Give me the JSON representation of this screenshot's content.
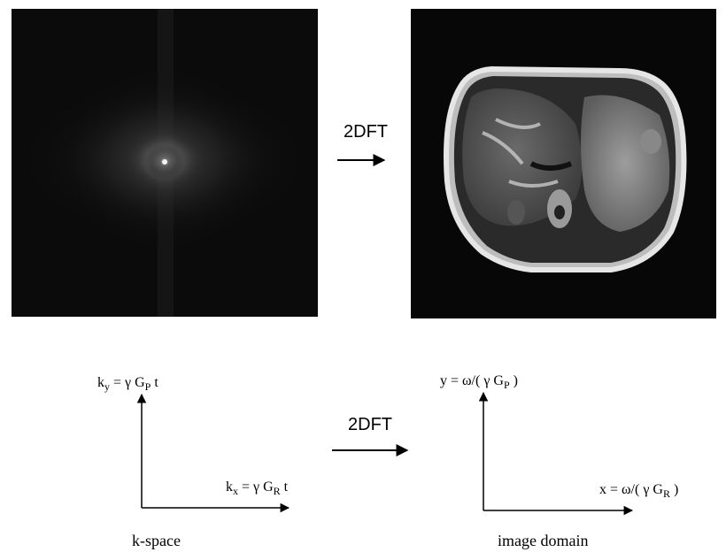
{
  "top_row": {
    "arrow_label": "2DFT",
    "kspace_image": "k-space-magnitude-image",
    "mri_image": "axial-abdomen-mri-image"
  },
  "bottom_row": {
    "arrow_label": "2DFT",
    "kspace": {
      "caption": "k-space",
      "y_axis": {
        "lhs": "k",
        "lhs_sub": "y",
        "mid": " = γ G",
        "mid_sub": "P",
        "tail": " t"
      },
      "x_axis": {
        "lhs": "k",
        "lhs_sub": "x",
        "mid": " = γ G",
        "mid_sub": "R",
        "tail": " t"
      }
    },
    "image_domain": {
      "caption": "image domain",
      "y_axis": {
        "lhs": "y = ω/( γ G",
        "sub": "P",
        "tail": " )"
      },
      "x_axis": {
        "lhs": "x = ω/( γ G",
        "sub": "R",
        "tail": " )"
      }
    }
  },
  "colors": {
    "background": "#ffffff",
    "image_bg": "#0b0b0b",
    "ink": "#000000"
  }
}
